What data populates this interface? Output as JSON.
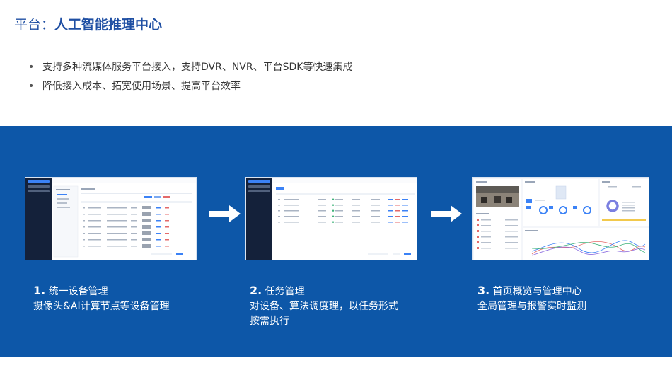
{
  "title": {
    "prefix": "平台：",
    "main": "人工智能推理中心"
  },
  "bullets": [
    "支持多种流媒体服务平台接入，支持DVR、NVR、平台SDK等快速集成",
    "降低接入成本、拓宽使用场景、提高平台效率"
  ],
  "steps": [
    {
      "num": "1.",
      "title": "统一设备管理",
      "desc": [
        "摄像头&AI计算节点等设备管理"
      ]
    },
    {
      "num": "2.",
      "title": "任务管理",
      "desc": [
        "对设备、算法调度理，以任务形式",
        "按需执行"
      ]
    },
    {
      "num": "3.",
      "title": "首页概览与管理中心",
      "desc": [
        "全局管理与报警实时监测"
      ]
    }
  ],
  "colors": {
    "band": "#0d57a8",
    "title": "#1f4fa3",
    "accent": "#3b82f6"
  },
  "icons": [
    "right-arrow-icon"
  ]
}
